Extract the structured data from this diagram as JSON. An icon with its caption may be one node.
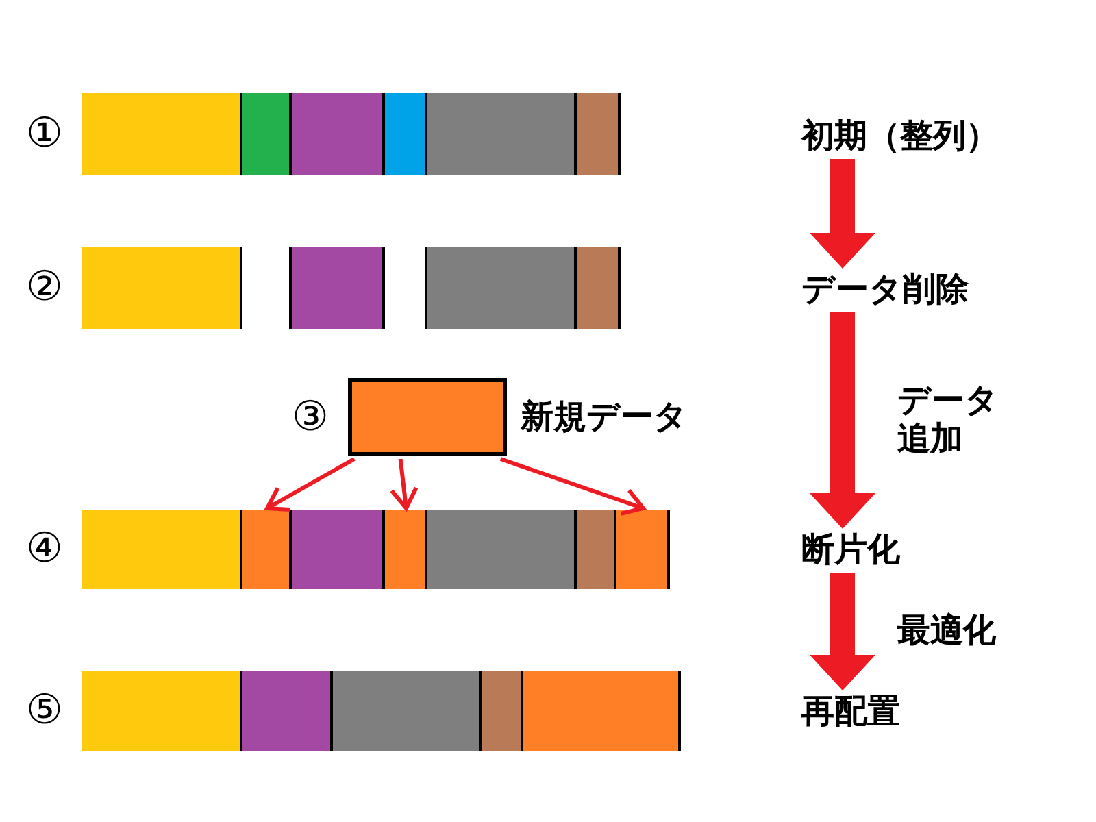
{
  "diagram": {
    "nodes": [
      {
        "text": [],
        "shape": "bar",
        "beside": [
          "①"
        ]
      },
      {
        "text": [],
        "shape": "box",
        "in": 0
      },
      {
        "text": [],
        "shape": "box",
        "in": 0
      },
      {
        "text": [],
        "shape": "box",
        "in": 0
      },
      {
        "text": [],
        "shape": "box",
        "in": 0
      },
      {
        "text": [],
        "shape": "box",
        "in": 0
      },
      {
        "text": [],
        "shape": "box",
        "in": 0
      },
      {
        "text": [],
        "shape": "box",
        "in": 0
      },
      {
        "text": [
          "初期（整列）"
        ]
      },
      {
        "text": [],
        "shape": "bar",
        "beside": [
          "②"
        ]
      },
      {
        "text": [],
        "shape": "box",
        "in": 9
      },
      {
        "text": [],
        "shape": "box",
        "in": 9
      },
      {
        "text": [],
        "shape": "box",
        "in": 9
      },
      {
        "text": [],
        "shape": "box",
        "in": 9
      },
      {
        "text": [],
        "shape": "box",
        "in": 9
      },
      {
        "text": [],
        "shape": "box",
        "in": 9
      },
      {
        "text": [],
        "shape": "box",
        "in": 9
      },
      {
        "text": [
          "データ削除"
        ]
      },
      {
        "text": [],
        "shape": "box",
        "beside": [
          "③",
          "新規データ"
        ]
      },
      {
        "text": [],
        "shape": "bar",
        "beside": [
          "④"
        ]
      },
      {
        "text": [],
        "shape": "box",
        "in": 19
      },
      {
        "text": [],
        "shape": "box",
        "in": 19
      },
      {
        "text": [],
        "shape": "box",
        "in": 19
      },
      {
        "text": [],
        "shape": "box",
        "in": 19
      },
      {
        "text": [],
        "shape": "box",
        "in": 19
      },
      {
        "text": [],
        "shape": "box",
        "in": 19
      },
      {
        "text": [],
        "shape": "box",
        "in": 19
      },
      {
        "text": [],
        "shape": "box",
        "in": 19
      },
      {
        "text": [
          "断片化"
        ]
      },
      {
        "text": [],
        "shape": "bar",
        "beside": [
          "⑤"
        ]
      },
      {
        "text": [],
        "shape": "box",
        "in": 29
      },
      {
        "text": [],
        "shape": "box",
        "in": 29
      },
      {
        "text": [],
        "shape": "box",
        "in": 29
      },
      {
        "text": [],
        "shape": "box",
        "in": 29
      },
      {
        "text": [],
        "shape": "box",
        "in": 29
      },
      {
        "text": [],
        "shape": "box",
        "in": 29
      },
      {
        "text": [
          "再配置"
        ]
      }
    ],
    "edges": [
      {
        "from": 8,
        "to": 17,
        "arrow": "to",
        "style": "thick"
      },
      {
        "from": 17,
        "to": 28,
        "arrow": "to",
        "style": "thick",
        "label": "データ追加"
      },
      {
        "from": 28,
        "to": 36,
        "arrow": "to",
        "style": "thick",
        "label": "最適化"
      },
      {
        "from": 18,
        "to": 21,
        "arrow": "to"
      },
      {
        "from": 18,
        "to": 23,
        "arrow": "to"
      },
      {
        "from": 18,
        "to": 26,
        "arrow": "to"
      }
    ]
  }
}
